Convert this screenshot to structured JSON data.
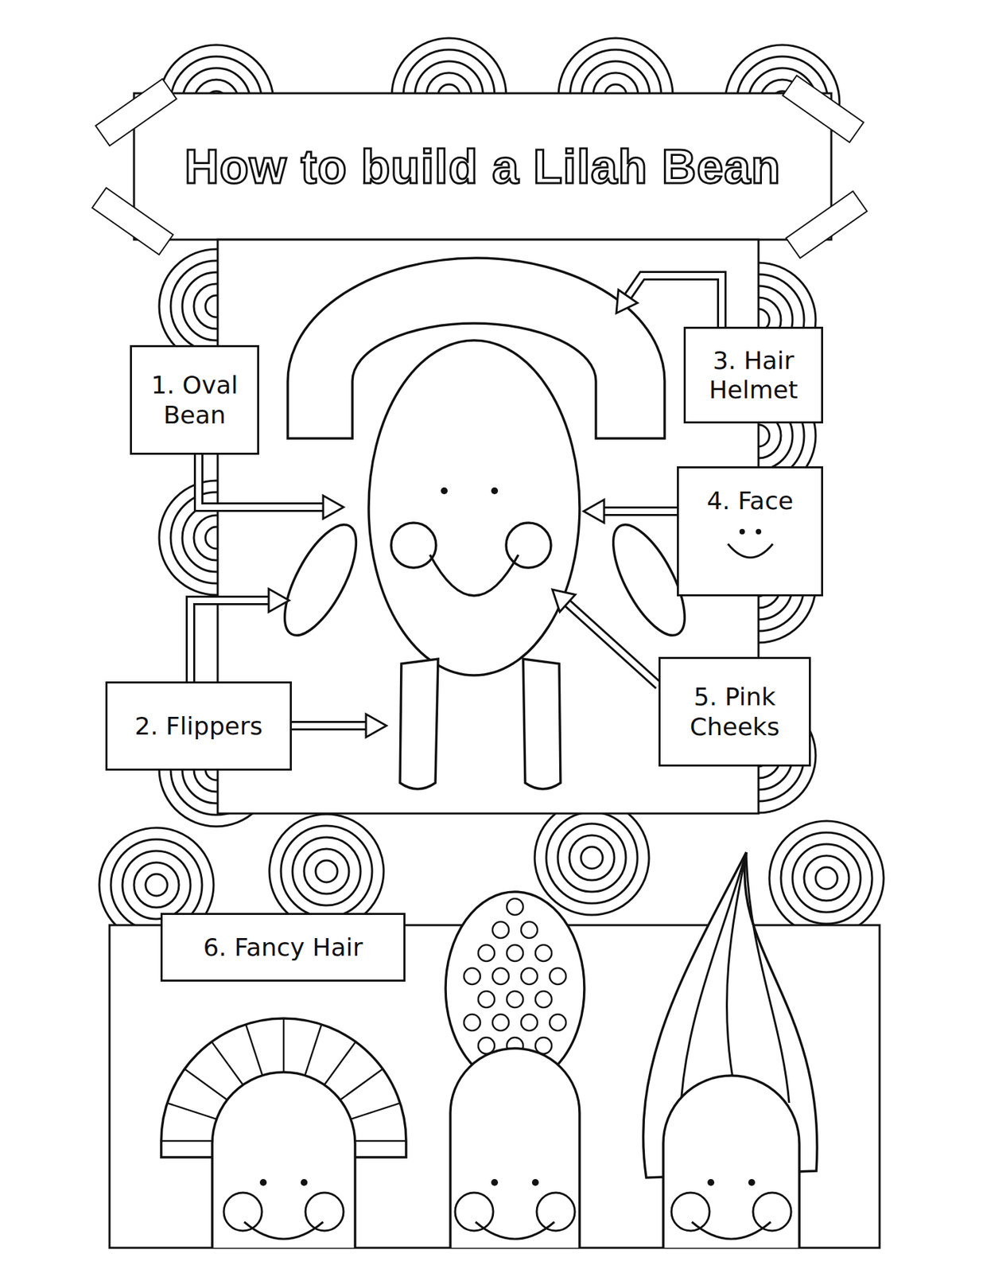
{
  "diagram": {
    "title": "How to build a Lilah Bean",
    "nodes": [
      {
        "text": [
          "1. Oval Bean"
        ]
      },
      {
        "text": [
          "3. Hair Helmet"
        ]
      },
      {
        "text": [
          "4. Face"
        ]
      },
      {
        "text": [
          "2. Flippers"
        ]
      },
      {
        "text": [
          "5. Pink Cheeks"
        ]
      },
      {
        "text": [
          "6. Fancy Hair"
        ]
      }
    ]
  }
}
